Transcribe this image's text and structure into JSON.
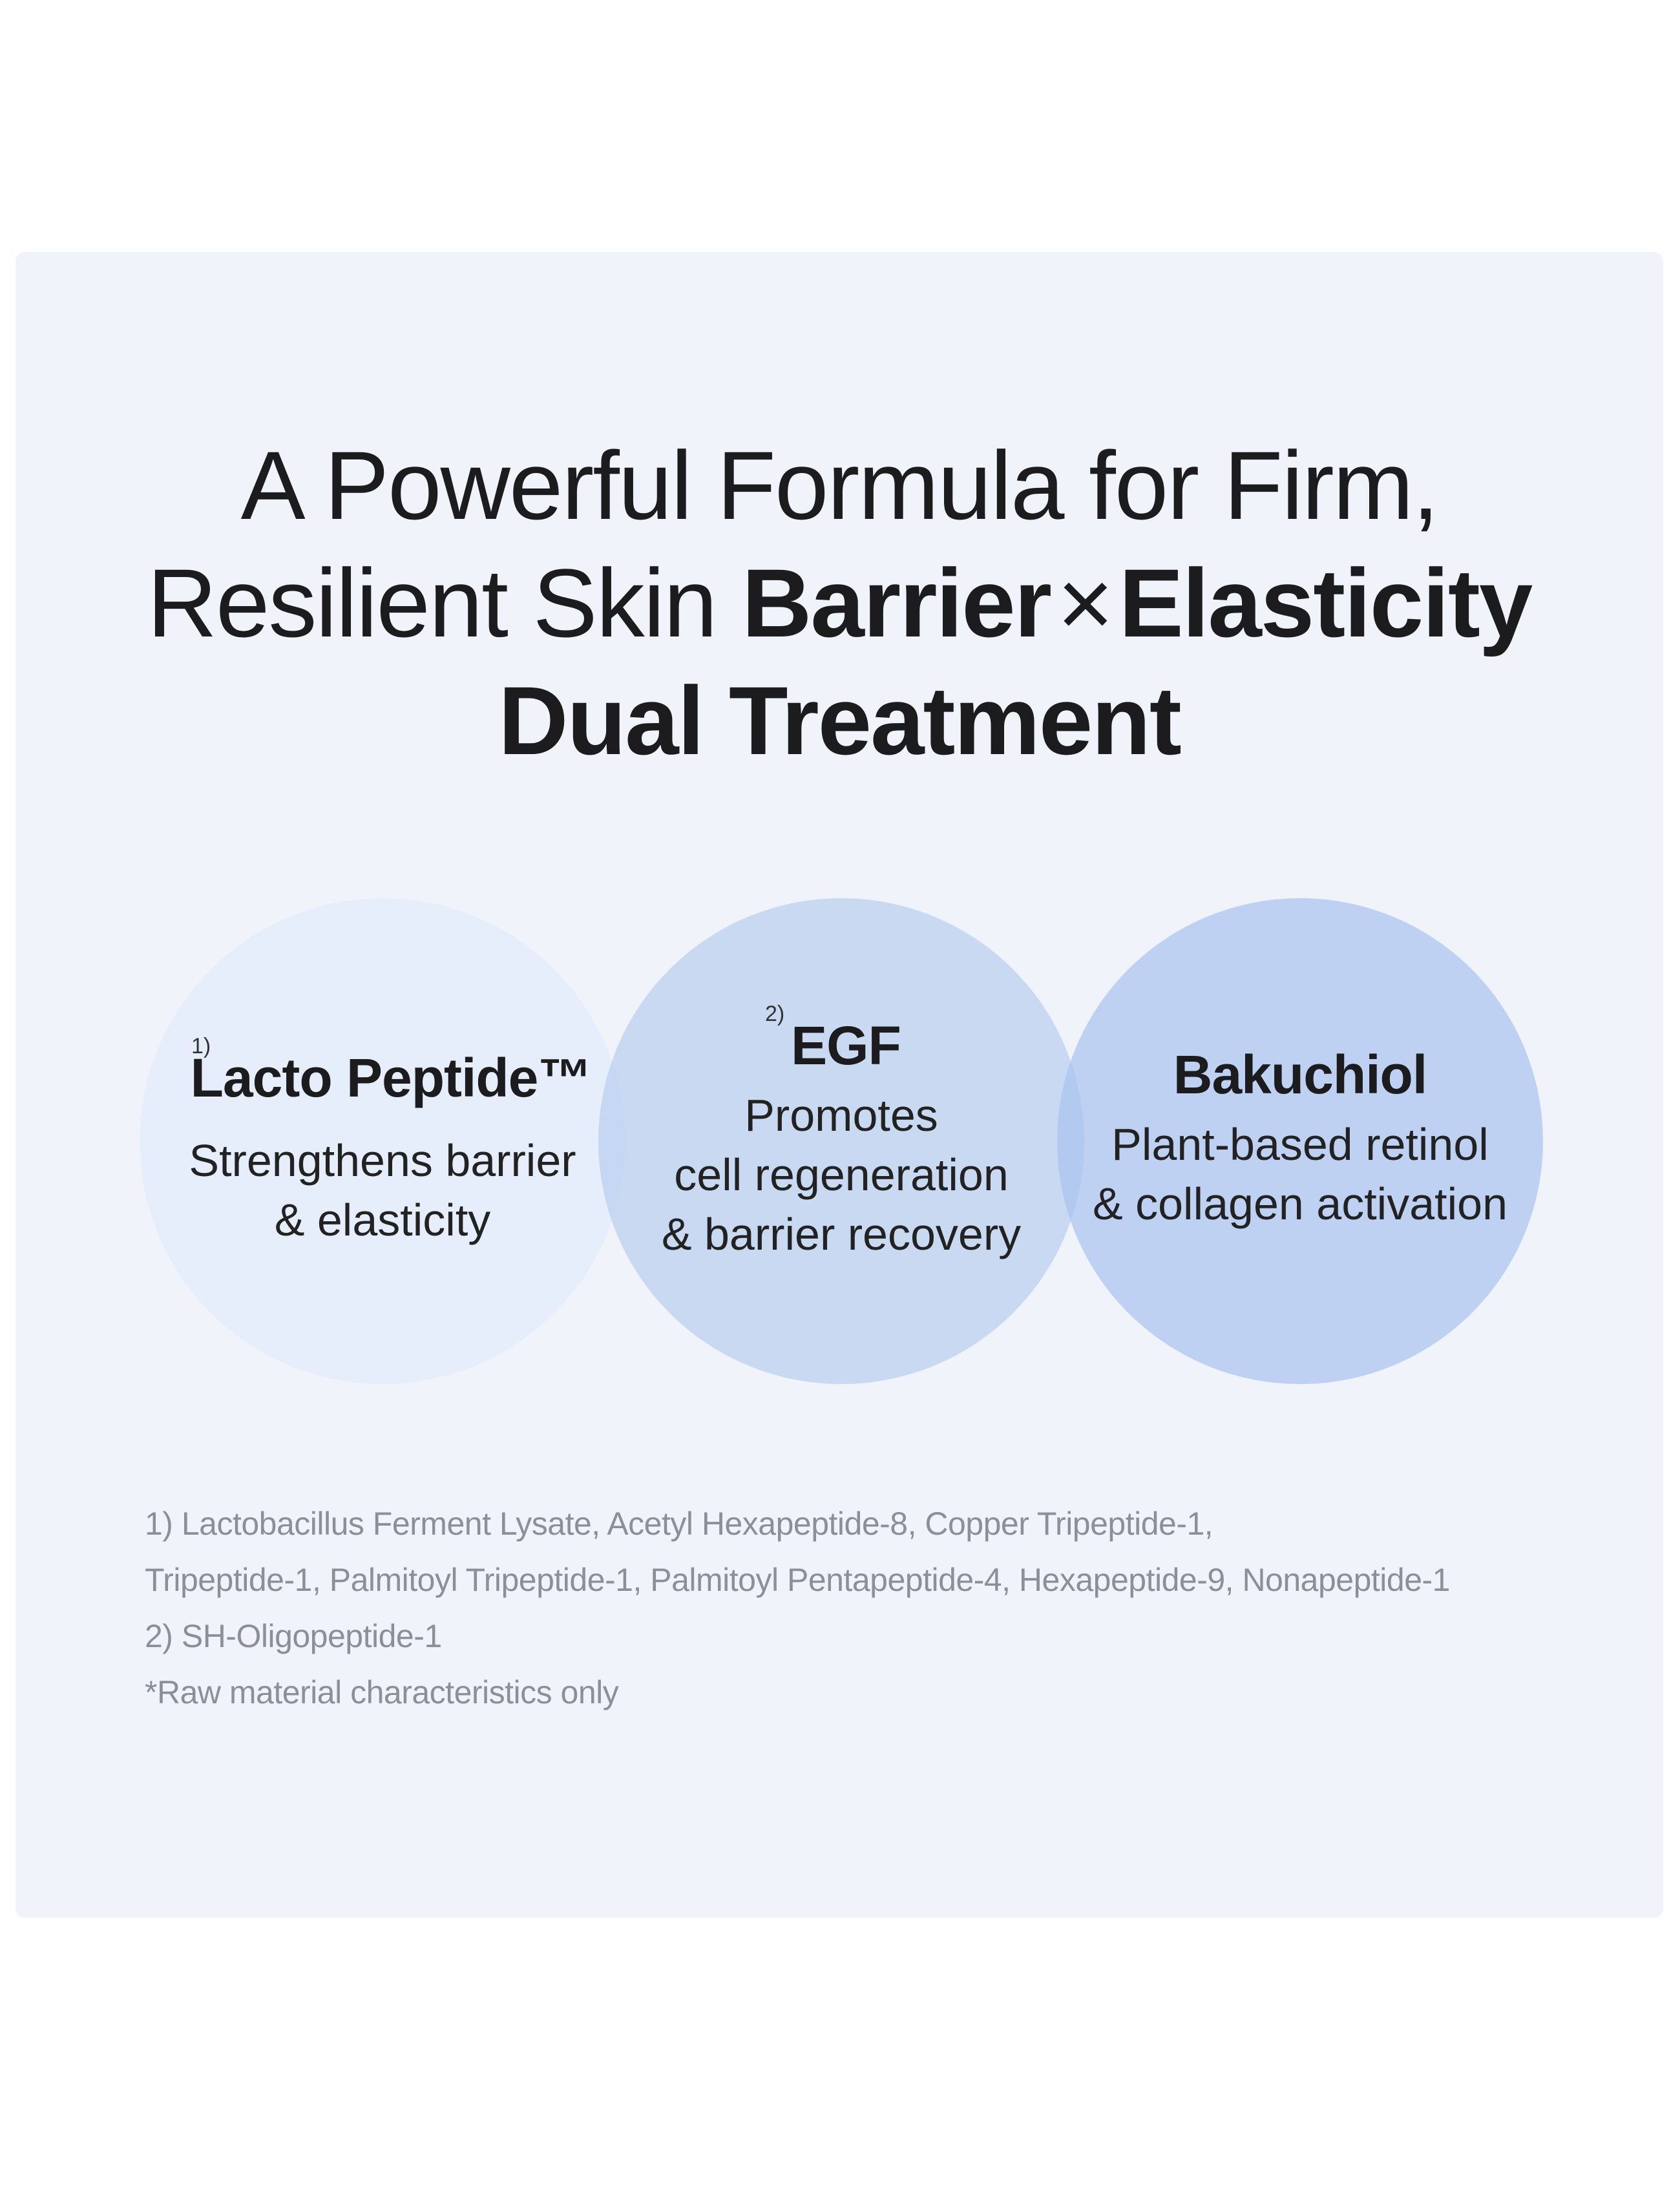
{
  "headline": {
    "line1": "A Powerful Formula for Firm,",
    "line2_regular": "Resilient Skin ",
    "line2_bold1": "Barrier",
    "line2_times": "×",
    "line2_bold2": "Elasticity",
    "line3": "Dual Treatment"
  },
  "ingredients": [
    {
      "marker": "1)",
      "name": "Lacto Peptide™",
      "desc1": "Strengthens barrier",
      "desc2": "& elasticity",
      "desc3": ""
    },
    {
      "marker": "2)",
      "name": "EGF",
      "desc1": "Promotes",
      "desc2": "cell regeneration",
      "desc3": "& barrier recovery"
    },
    {
      "marker": "",
      "name": "Bakuchiol",
      "desc1": "Plant-based retinol",
      "desc2": "& collagen activation",
      "desc3": ""
    }
  ],
  "footnotes": [
    "1) Lactobacillus Ferment Lysate, Acetyl Hexapeptide-8, Copper Tripeptide-1,",
    "Tripeptide-1, Palmitoyl Tripeptide-1, Palmitoyl Pentapeptide-4, Hexapeptide-9, Nonapeptide-1",
    "2) SH-Oligopeptide-1",
    "*Raw material characteristics only"
  ],
  "colors": {
    "panel_bg": "#f0f4fa",
    "circle1": "#e6eefc",
    "circle2": "#b0c8ec",
    "circle3": "#aac4f0",
    "text": "#1c1c1e",
    "footnote": "#8a8f98"
  }
}
